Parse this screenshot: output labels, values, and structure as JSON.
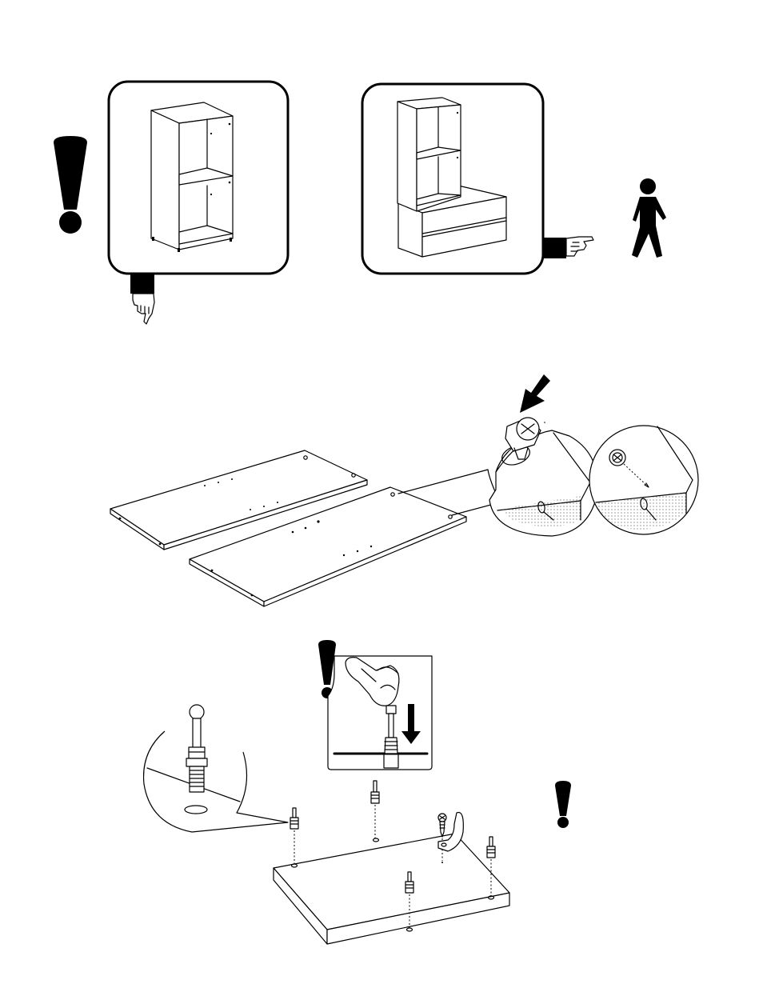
{
  "figure": {
    "panels": [
      {
        "id": "panel-shelf-alone",
        "verdict": "tap-down",
        "icon": "pointing-hand-down-icon"
      },
      {
        "id": "panel-shelf-on-chest",
        "verdict": "point-right",
        "icon": "pointing-hand-right-icon"
      }
    ],
    "warning_icon": "exclamation-icon",
    "person_icon": "walking-person-icon",
    "arrow_icon": "arrow-down-icon",
    "colors": {
      "ink": "#000000",
      "paper": "#ffffff",
      "dots": "#e6e6e6"
    }
  }
}
